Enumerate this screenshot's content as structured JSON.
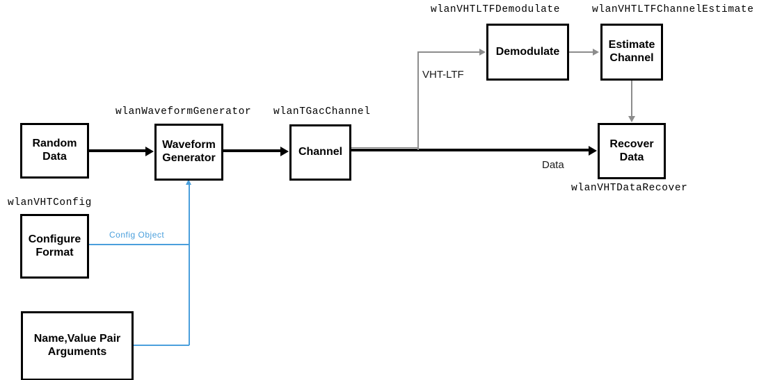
{
  "diagram": {
    "title": "WLAN VHT transmit and receive processing chain",
    "colors": {
      "line_black": "#000000",
      "line_gray": "#8c8c8c",
      "config_blue": "#4a9fdc",
      "block_border": "#000000",
      "background": "#ffffff"
    }
  },
  "blocks": [
    {
      "id": "random-data",
      "line1": "Random",
      "line2": "Data"
    },
    {
      "id": "waveform-generator",
      "line1": "Waveform",
      "line2": "Generator"
    },
    {
      "id": "channel",
      "line1": "Channel",
      "line2": ""
    },
    {
      "id": "demodulate",
      "line1": "Demodulate",
      "line2": ""
    },
    {
      "id": "estimate-channel",
      "line1": "Estimate",
      "line2": "Channel"
    },
    {
      "id": "recover-data",
      "line1": "Recover",
      "line2": "Data"
    },
    {
      "id": "configure-format",
      "line1": "Configure",
      "line2": "Format"
    },
    {
      "id": "name-value-pair",
      "line1": "Name,Value Pair",
      "line2": "Arguments"
    }
  ],
  "api_labels": [
    {
      "id": "label-waveform-generator",
      "text": "wlanWaveformGenerator"
    },
    {
      "id": "label-tgac-channel",
      "text": "wlanTGacChannel"
    },
    {
      "id": "label-vhtltf-demodulate",
      "text": "wlanVHTLTFDemodulate"
    },
    {
      "id": "label-vhtltf-channel-estimate",
      "text": "wlanVHTLTFChannelEstimate"
    },
    {
      "id": "label-vht-data-recover",
      "text": "wlanVHTDataRecover"
    },
    {
      "id": "label-vht-config",
      "text": "wlanVHTConfig"
    }
  ],
  "signal_labels": [
    {
      "id": "label-vht-ltf",
      "text": "VHT-LTF"
    },
    {
      "id": "label-data",
      "text": "Data"
    },
    {
      "id": "label-config-object",
      "text": "Config Object"
    }
  ]
}
